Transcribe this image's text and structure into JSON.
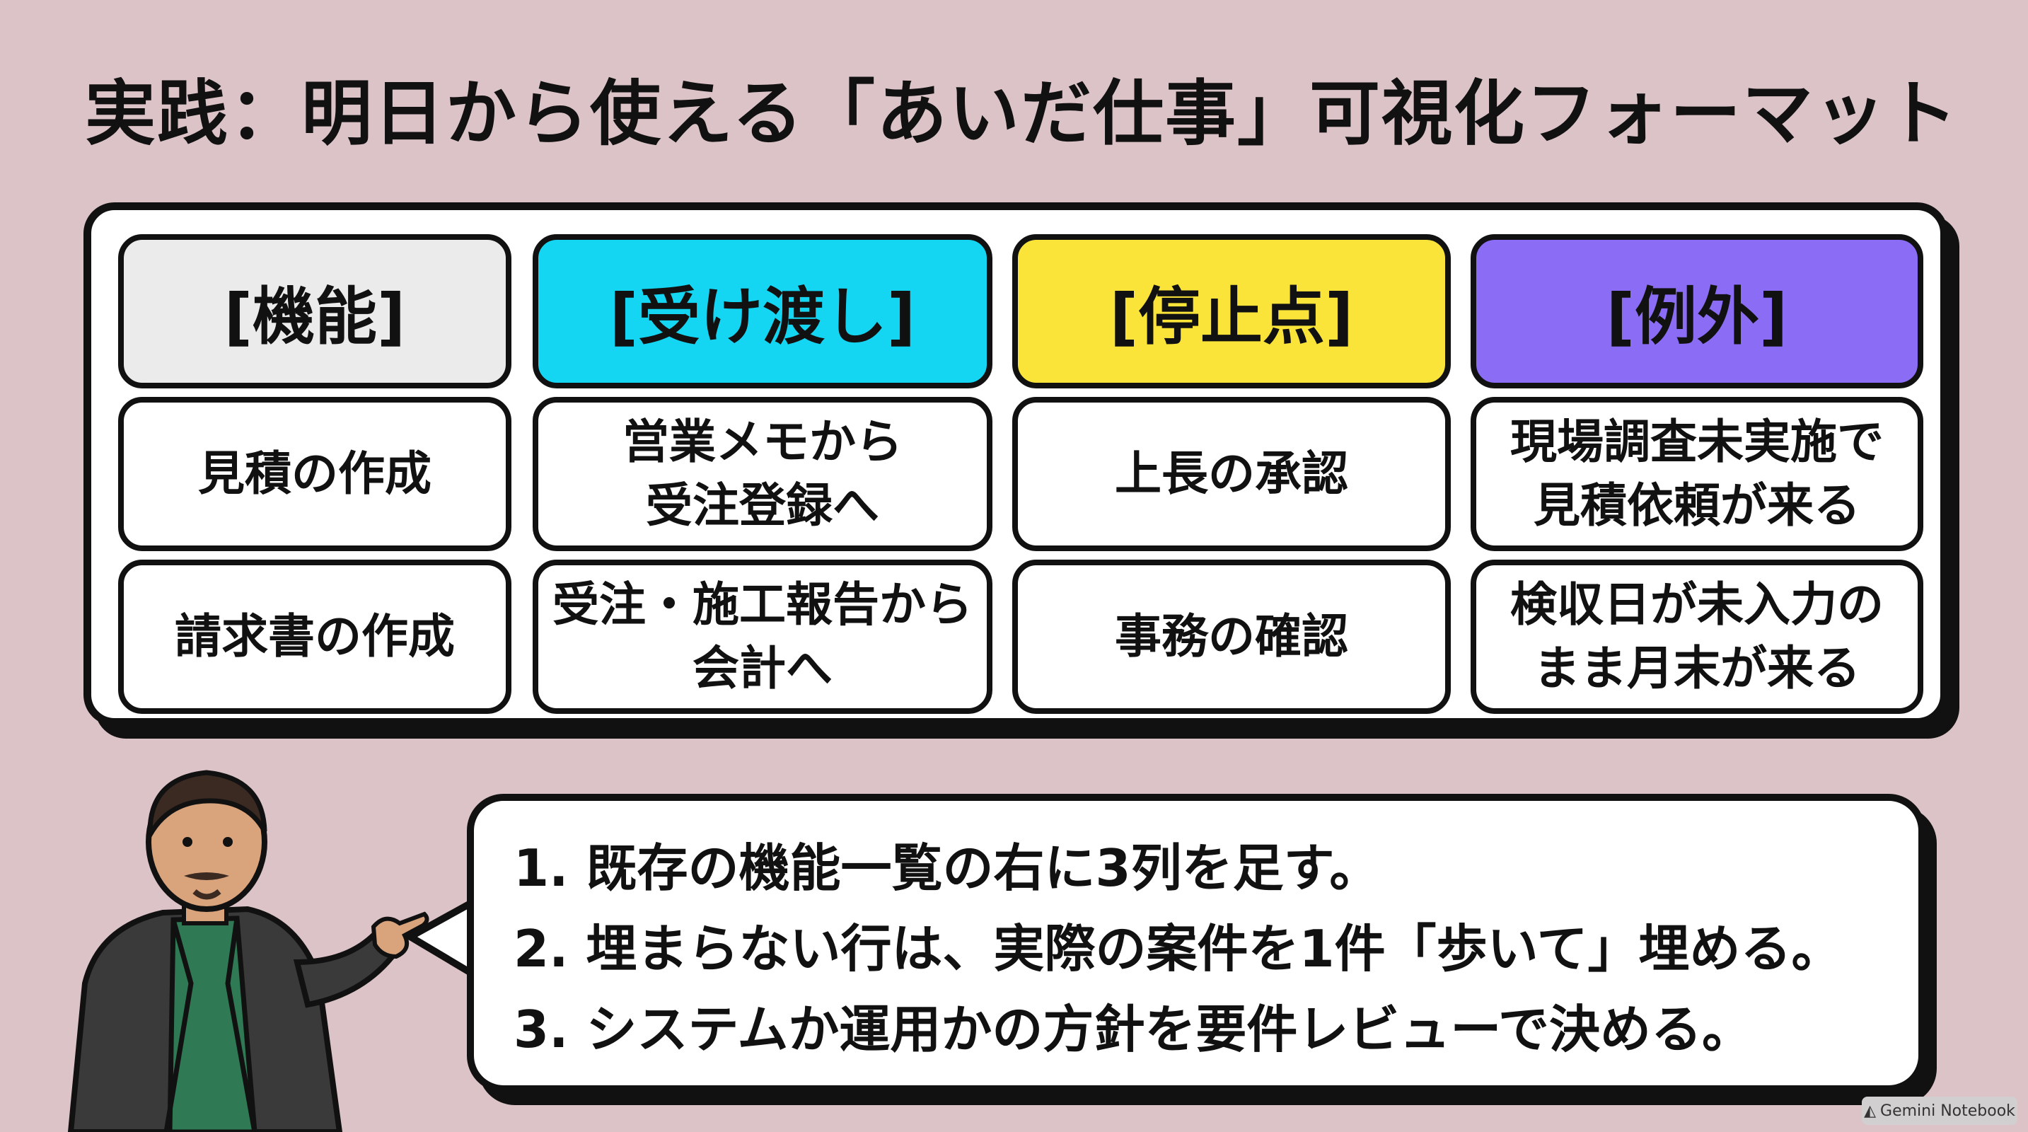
{
  "title": "実践：明日から使える「あいだ仕事」可視化フォーマット",
  "columns": [
    {
      "header": "[機能]",
      "color": "#ebebeb",
      "rows": [
        [
          "見積の作成"
        ],
        [
          "請求書の作成"
        ]
      ]
    },
    {
      "header": "[受け渡し]",
      "color": "#14d6f2",
      "rows": [
        [
          "営業メモから",
          "受注登録へ"
        ],
        [
          "受注・施工報告から",
          "会計へ"
        ]
      ]
    },
    {
      "header": "[停止点]",
      "color": "#fbe43a",
      "rows": [
        [
          "上長の承認"
        ],
        [
          "事務の確認"
        ]
      ]
    },
    {
      "header": "[例外]",
      "color": "#8a6cf5",
      "rows": [
        [
          "現場調査未実施で",
          "見積依頼が来る"
        ],
        [
          "検収日が未入力の",
          "まま月末が来る"
        ]
      ]
    }
  ],
  "steps": [
    "1. 既存の機能一覧の右に3列を足す。",
    "2. 埋まらない行は、実際の案件を1件「歩いて」埋める。",
    "3. システムか運用かの方針を要件レビューで決める。"
  ],
  "watermark": "Gemini Notebook"
}
